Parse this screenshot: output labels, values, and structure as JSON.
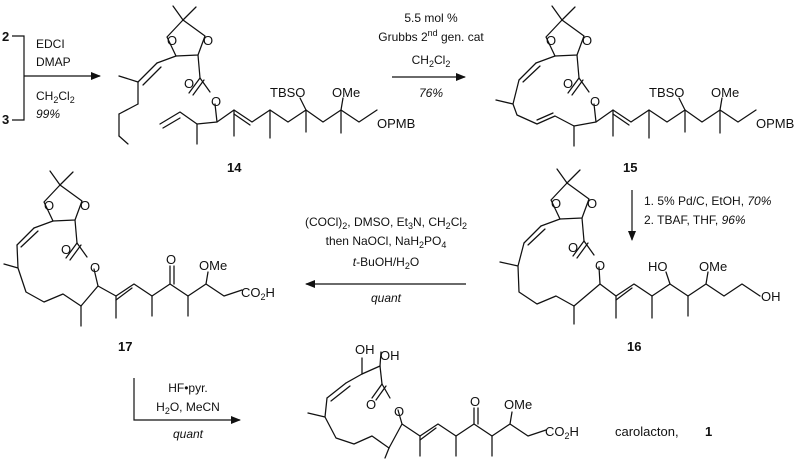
{
  "step1": {
    "reactant_top": "2",
    "reactant_bottom": "3",
    "reagent1": "EDCI",
    "reagent2": "DMAP",
    "solvent": "CH2Cl2",
    "yield": "99%"
  },
  "step2": {
    "line1": "5.5 mol %",
    "line2_pre": "Grubbs 2",
    "line2_sup": "nd",
    "line2_post": " gen. cat",
    "solvent": "CH2Cl2",
    "yield": "76%"
  },
  "step3": {
    "line1_pre": "1. 5% Pd/C, EtOH, ",
    "line1_yield": "70%",
    "line2_pre": "2. TBAF, THF, ",
    "line2_yield": "96%"
  },
  "step4": {
    "line1": "(COCl)2, DMSO, Et3N, CH2Cl2",
    "line2": "then NaOCl, NaH2PO4",
    "line3": "t-BuOH/H2O",
    "yield": "quant"
  },
  "step5": {
    "line1": "HF•pyr.",
    "line2": "H2O, MeCN",
    "yield": "quant"
  },
  "compounds": {
    "c14": "14",
    "c15": "15",
    "c16": "16",
    "c17": "17",
    "final_name": "carolacton,",
    "final_num": "1"
  },
  "atoms": {
    "O": "O",
    "TBSO": "TBSO",
    "OMe": "OMe",
    "OPMB": "OPMB",
    "HO": "HO",
    "OH": "OH",
    "CO2H": "CO2H"
  }
}
